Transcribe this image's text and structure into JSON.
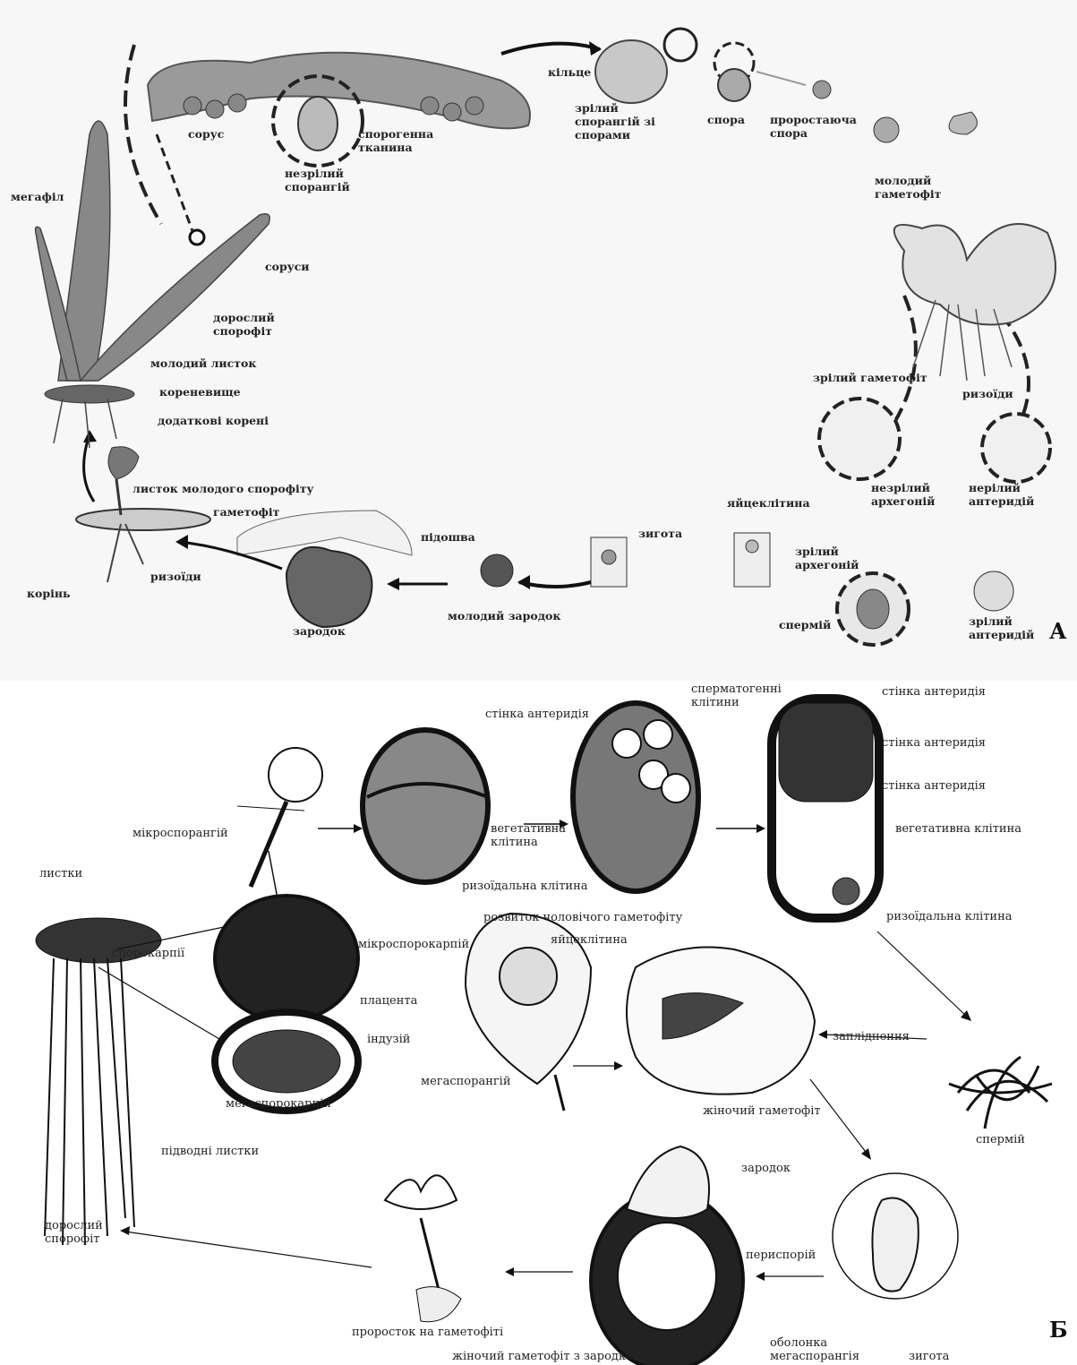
{
  "panel_a": {
    "letter": "А",
    "labels": {
      "kiltse": "кільце",
      "zrilyi_sporangii": "зрілий\nспорангій зі\nспорами",
      "spora": "спора",
      "prorostaiucha_spora": "проростаюча\nспора",
      "molodyi_gametofit": "молодий\nгаметофіт",
      "sorus": "сорус",
      "sporogenna_tkanyna": "спорогенна\nтканина",
      "nezrilyi_sporangii": "незрілий\nспорангій",
      "megafil": "мегафіл",
      "sorusy": "соруси",
      "doroslyi_sporofit": "дорослий\nспорофіт",
      "molodyi_lystok": "молодий листок",
      "korenevyshche": "кореневище",
      "dodatkovi_koreni": "додаткові корені",
      "lystok_molodoho_sporofitu": "листок молодого спорофіту",
      "gametofit": "гаметофіт",
      "pidoshva": "підошва",
      "ryzoidy_left": "ризоїди",
      "korin": "корінь",
      "zarodok": "зародок",
      "molodyi_zarodok": "молодий зародок",
      "zyhota": "зигота",
      "yaitseklityna": "яйцеклітина",
      "zrilyi_gametofit": "зрілий гаметофіт",
      "ryzoidy_right": "ризоїди",
      "nezrilyi_arkhehonii": "незрілий\nархегоній",
      "nerilyi_anterydii": "нерілий\nантеридій",
      "zrilyi_arkhehonii": "зрілий\nархегоній",
      "spermii": "спермій",
      "zrilyi_anterydii": "зрілий\nантеридій"
    }
  },
  "panel_b": {
    "letter": "Б",
    "labels": {
      "stinka_anterydiia_1": "стінка антеридія",
      "spermatohenni_klityny": "сперматогенні\nклітини",
      "stinka_anterydiia_2": "стінка антеридія",
      "stinka_anterydiia_3": "стінка антеридія",
      "stinka_anterydiia_4": "стінка антеридія",
      "mikrosporanhii": "мікроспорангій",
      "vehetatyvna_klityna_1": "вегетативна\nклітина",
      "vehetatyvna_klityna_2": "вегетативна клітина",
      "lystky": "листки",
      "ryzoidalna_klityna_1": "ризоїдальна клітина",
      "rozvytok": "розвиток чоловічого гаметофіту",
      "ryzoidalna_klityna_2": "ризоїдальна клітина",
      "sporokarpii": "спорокарпії",
      "mikrosporokarpii": "мікроспорокарпій",
      "yaitseklityna": "яйцеклітина",
      "platsenta": "плацента",
      "induzii": "індузій",
      "zaplidnennia": "запліднення",
      "mehasporanhii": "мегаспорангій",
      "mehasporokarpii": "мегаспорокарпій",
      "zhinochyi_hametofit": "жіночий гаметофіт",
      "spermii": "спермій",
      "pidvodni_lystky": "підводні листки",
      "zarodok": "зародок",
      "doroslyi_sporofit": "дорослий\nспорофіт",
      "perysporii": "периспорій",
      "prorostok": "проросток на гаметофіті",
      "obolonka": "оболонка\nмегаспорангія",
      "zhinochyi_z_zarodkom": "жіночий гаметофіт з зародком",
      "zyhota": "зигота"
    }
  }
}
